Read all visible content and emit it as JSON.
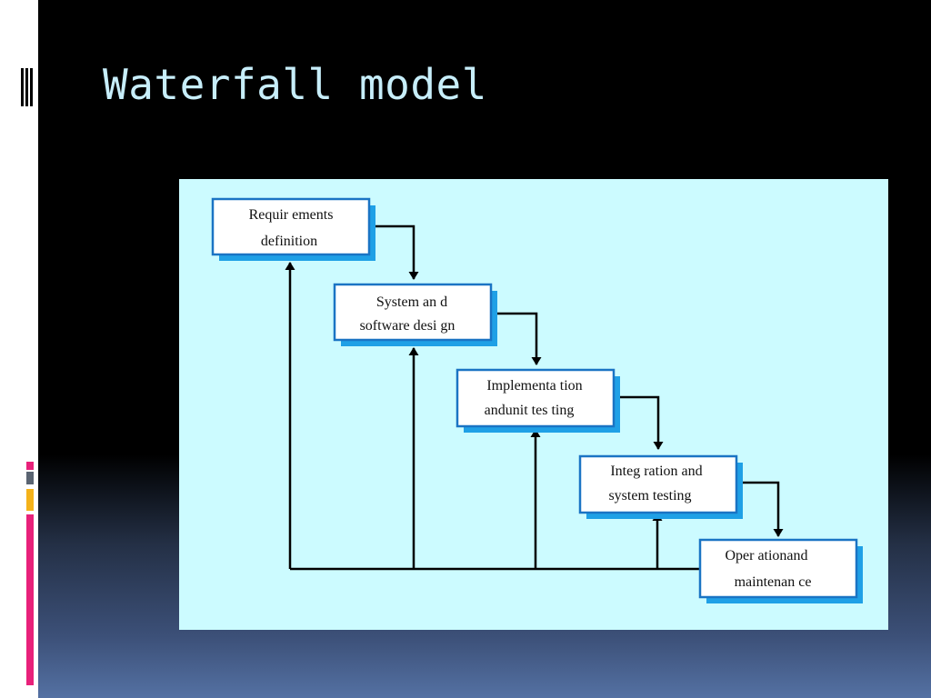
{
  "slide": {
    "title": "Waterfall model"
  },
  "colors": {
    "slide_background": "#000000",
    "title_text": "#c7eefa",
    "panel_background": "#ccfbff",
    "box_fill": "#ffffff",
    "box_border": "#1a74c4",
    "box_shadow": "#1fa0e6",
    "accent_pink": "#e8217a",
    "accent_gray": "#5a6472",
    "accent_yellow": "#f4b21a"
  },
  "diagram": {
    "stages": [
      {
        "line1": "Requir ements",
        "line2": "definition"
      },
      {
        "line1": "System an d",
        "line2": "software desi gn"
      },
      {
        "line1": "Implementa tion",
        "line2": "andunit tes ting"
      },
      {
        "line1": "Integ ration and",
        "line2": "system testing"
      },
      {
        "line1": "Oper ationand",
        "line2": "maintenan ce"
      }
    ]
  }
}
